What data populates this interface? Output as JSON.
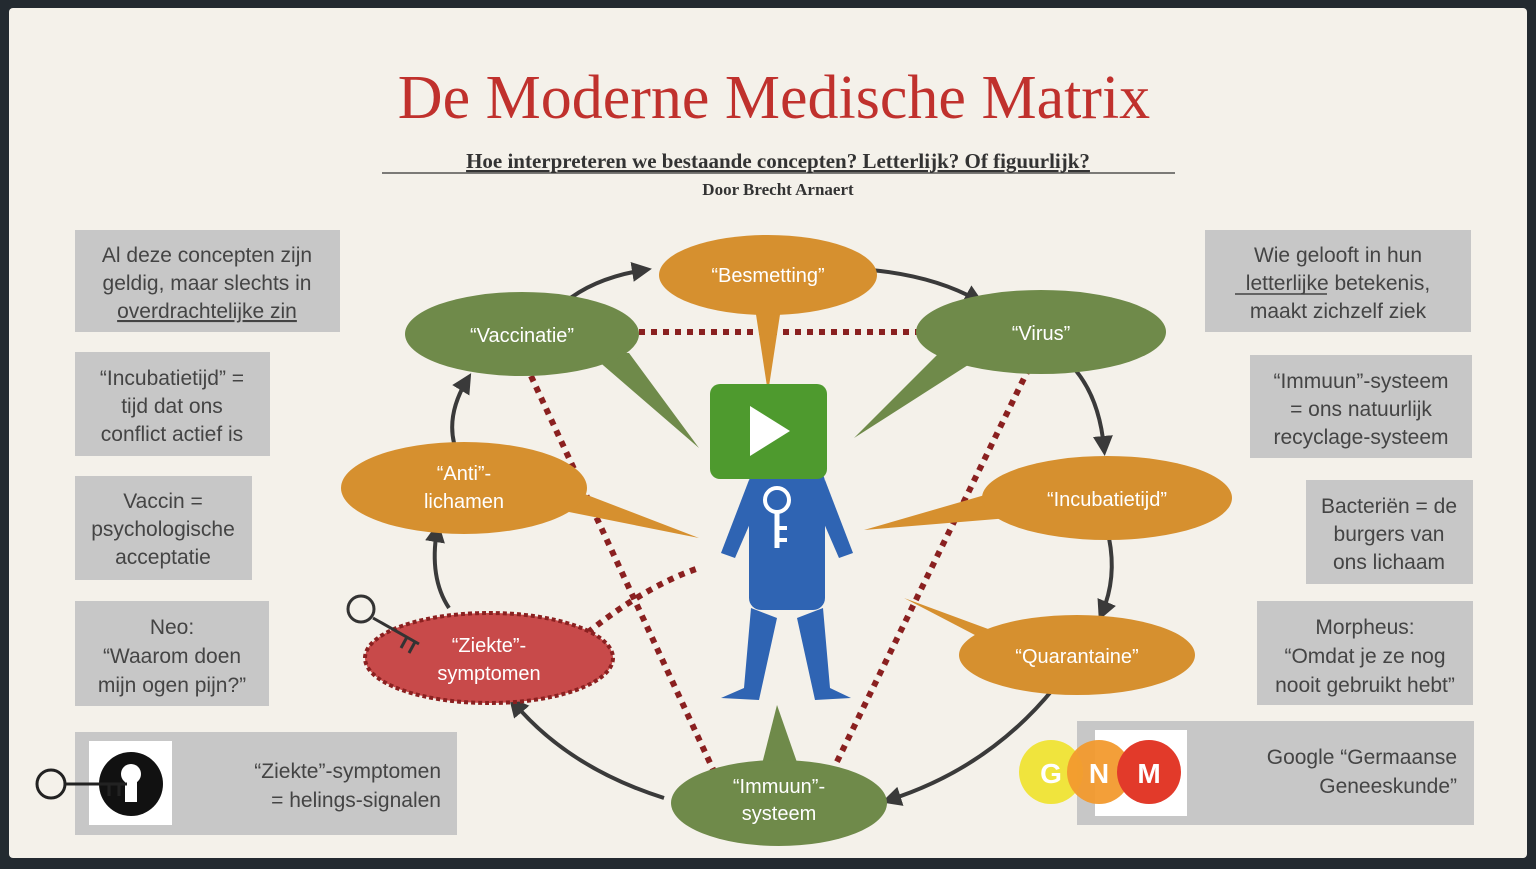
{
  "title": "De Moderne Medische Matrix",
  "subtitle": "Hoe interpreteren we bestaande concepten? Letterlijk? Of figuurlijk?",
  "author": "Door Brecht Arnaert",
  "colors": {
    "green": "#6f8a4a",
    "orange": "#d6902f",
    "red": "#c84a4a",
    "grey_box": "#c7c7c7",
    "figure": "#2f64b3",
    "play": "#4e9a2e",
    "title": "#c0312d"
  },
  "nodes": {
    "besmetting": [
      "“Besmetting”"
    ],
    "vaccinatie": [
      "“Vaccinatie”"
    ],
    "virus": [
      "“Virus”"
    ],
    "antilichamen": [
      "“Anti”-",
      "lichamen"
    ],
    "incubatietijd": [
      "“Incubatietijd”"
    ],
    "ziekte": [
      "“Ziekte”-",
      "symptomen"
    ],
    "quarantaine": [
      "“Quarantaine”"
    ],
    "immuun": [
      "“Immuun”-",
      "systeem"
    ]
  },
  "left_boxes": [
    [
      "Al deze concepten zijn",
      "geldig, maar slechts in",
      "overdrachtelijke zin"
    ],
    [
      "“Incubatietijd” =",
      "tijd dat ons",
      "conflict actief is"
    ],
    [
      "Vaccin =",
      "psychologische",
      "acceptatie"
    ],
    [
      "Neo:",
      "“Waarom doen",
      "mijn ogen pijn?”"
    ],
    [
      "“Ziekte”-symptomen",
      "= helings-signalen"
    ]
  ],
  "right_boxes": [
    [
      "Wie gelooft in hun",
      "letterlijke betekenis,",
      "maakt zichzelf ziek"
    ],
    [
      "“Immuun”-systeem",
      "= ons natuurlijk",
      "recyclage-systeem"
    ],
    [
      "Bacteriën = de",
      "burgers van",
      "ons lichaam"
    ],
    [
      "Morpheus:",
      "“Omdat je ze nog",
      "nooit gebruikt hebt”"
    ],
    [
      "Google “Germaanse",
      "Geneeskunde”"
    ]
  ],
  "gnm_letters": [
    "G",
    "N",
    "M"
  ],
  "icons": {
    "play": "play-icon",
    "key": "key-icon",
    "keyhole": "keyhole-icon",
    "figure": "person-figure-icon"
  }
}
